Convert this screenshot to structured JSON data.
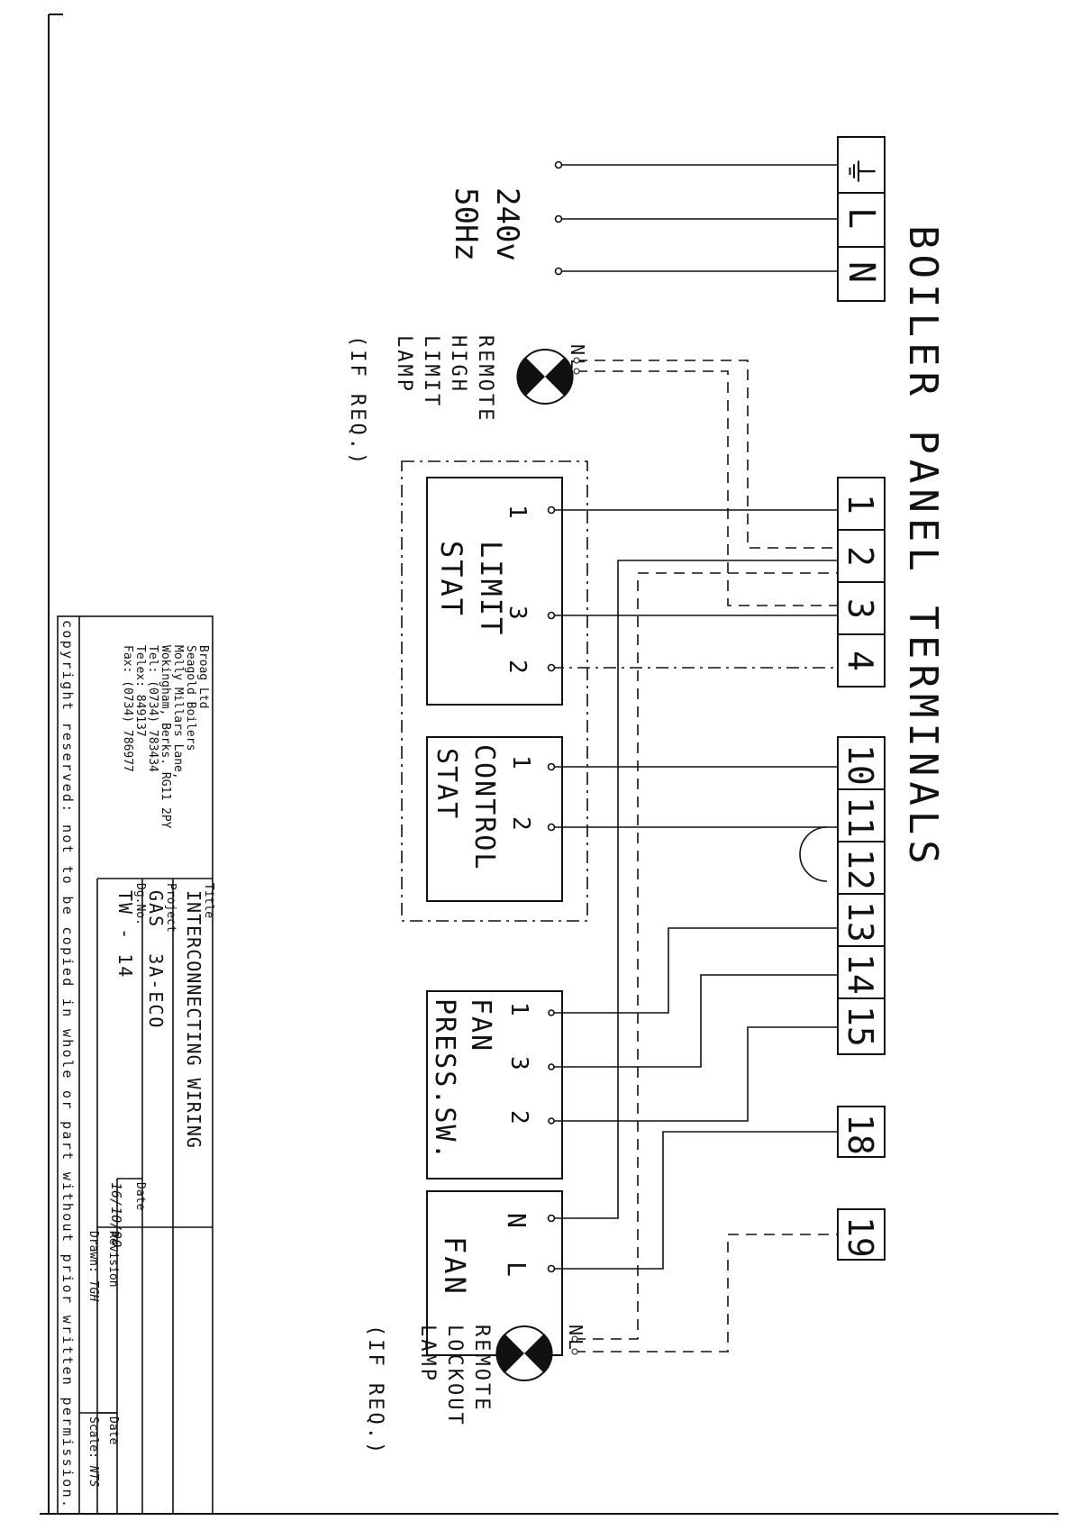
{
  "title": "BOILER PANEL TERMINALS",
  "supply": {
    "voltage": "240v",
    "frequency": "50Hz"
  },
  "mains_terminals": [
    "⏚",
    "L",
    "N"
  ],
  "terminals": [
    "1",
    "2",
    "3",
    "4",
    "10",
    "11",
    "12",
    "13",
    "14",
    "15",
    "18",
    "19"
  ],
  "limit_stat": {
    "name_1": "LIMIT",
    "name_2": "STAT",
    "pins": [
      "1",
      "3",
      "2"
    ]
  },
  "control_stat": {
    "name_1": "CONTROL",
    "name_2": "STAT",
    "pins": [
      "1",
      "2"
    ]
  },
  "fan_press": {
    "name_1": "FAN",
    "name_2": "PRESS.SW.",
    "pins": [
      "1",
      "3",
      "2"
    ]
  },
  "fan": {
    "name": "FAN",
    "pins": [
      "N",
      "L"
    ]
  },
  "remote_high_limit_lamp": {
    "lines": [
      "REMOTE",
      "HIGH",
      "LIMIT",
      "LAMP"
    ],
    "note": "(IF REQ.)",
    "pins": [
      "N",
      "L"
    ]
  },
  "remote_lockout_lamp": {
    "lines": [
      "REMOTE",
      "LOCKOUT",
      "LAMP"
    ],
    "note": "(IF REQ.)",
    "pins": [
      "N",
      "L"
    ]
  },
  "title_block": {
    "company": [
      "Broag Ltd",
      "Seagold Boilers",
      "Molly Millars Lane,",
      "Wokingham, Berks. RG11 2PY",
      "Tel: (0734) 783434",
      "Telex: 849137",
      "Fax: (0734) 786977"
    ],
    "title_label": "Title",
    "title_value": "INTERCONNECTING WIRING",
    "project_label": "Project",
    "project_value": "GAS  3A-ECO",
    "dg_label": "Dg.No.",
    "dg_value": "TW - 14",
    "date_label": "Date",
    "date_value": "16/10/90",
    "revision_label": "Revision",
    "drawn_label": "Drawn:",
    "drawn_value": "TGH",
    "scale_label": "Scale:",
    "scale_value": "NTS",
    "rev_date_label": "Date",
    "copyright": "copyright reserved: not to be copied in whole or part without prior written permission."
  }
}
